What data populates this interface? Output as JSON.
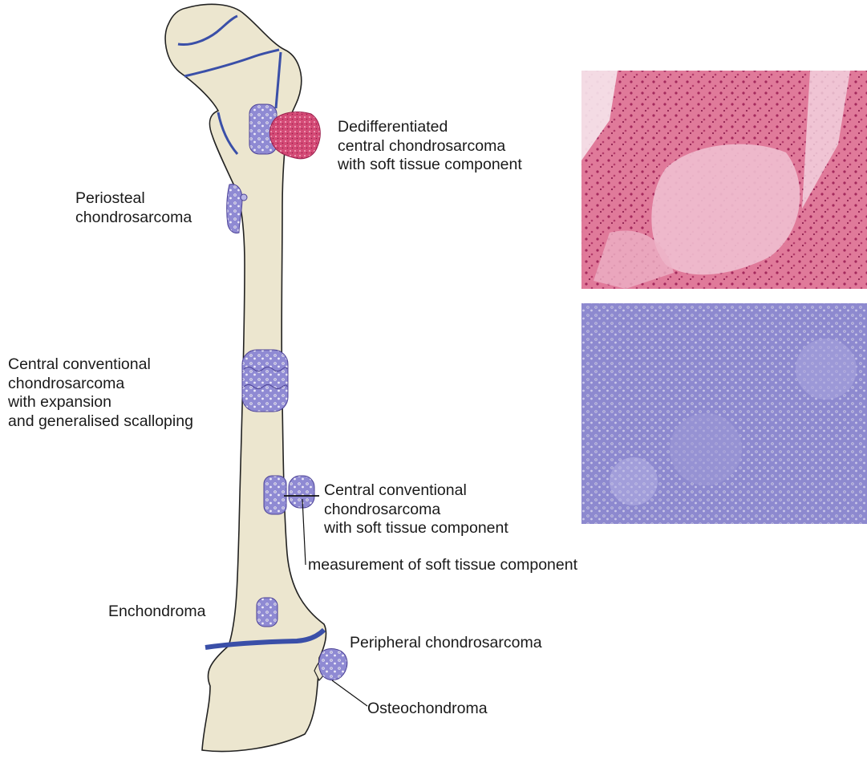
{
  "labels": {
    "dedifferentiated": [
      "Dedifferentiated",
      "central chondrosarcoma",
      "with soft tissue component"
    ],
    "periosteal": [
      "Periosteal",
      "chondrosarcoma"
    ],
    "central_expansion": [
      "Central conventional",
      "chondrosarcoma",
      "with expansion",
      "and generalised scalloping"
    ],
    "central_soft_tissue": [
      "Central conventional",
      "chondrosarcoma",
      "with soft tissue component"
    ],
    "measurement": "measurement of soft tissue component",
    "enchondroma": "Enchondroma",
    "peripheral": "Peripheral chondrosarcoma",
    "osteochondroma": "Osteochondroma"
  },
  "colors": {
    "bone_fill": "#ece6cf",
    "bone_outline": "#222222",
    "growth_plate": "#3a4fa8",
    "cartilage": "#8b86cf",
    "cartilage_dark": "#4c4296",
    "soft_tissue_pink": "#d9577f",
    "he_background": "#e58aa6",
    "histology_blue": "#8a86c8"
  },
  "histology_panels": [
    {
      "name": "he-stain-micrograph",
      "stain": "H&E"
    },
    {
      "name": "cartilage-micrograph",
      "stain": "cartilage"
    }
  ]
}
